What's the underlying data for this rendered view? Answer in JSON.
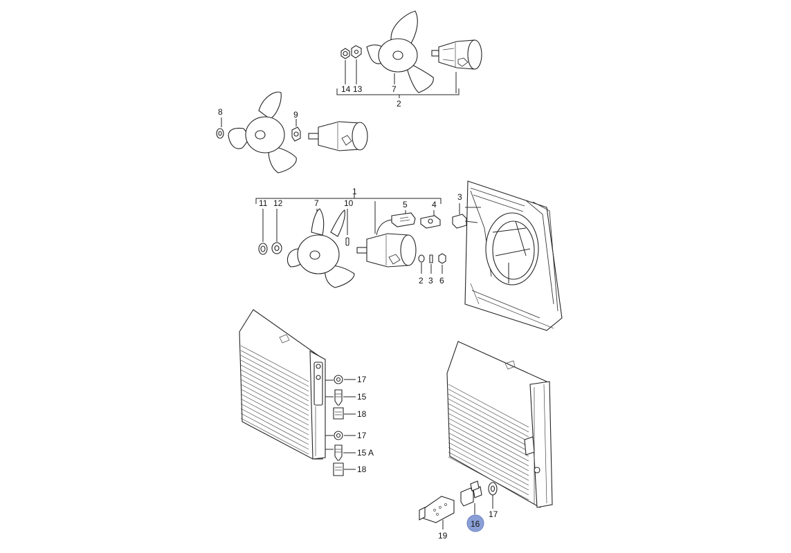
{
  "callouts": {
    "c1": "1",
    "c2_top": "2",
    "c2_mid": "2",
    "c3_top": "3",
    "c3_mid": "3",
    "c4": "4",
    "c5": "5",
    "c6": "6",
    "c7_top": "7",
    "c7_mid": "7",
    "c8": "8",
    "c9": "9",
    "c10": "10",
    "c11": "11",
    "c12": "12",
    "c13": "13",
    "c14": "14",
    "c15": "15",
    "c15a": "15 A",
    "c16": "16",
    "c17_a": "17",
    "c17_b": "17",
    "c17_c": "17",
    "c18_a": "18",
    "c18_b": "18",
    "c19": "19"
  },
  "highlight": {
    "callout": "16",
    "color": "#8a9fd6"
  }
}
